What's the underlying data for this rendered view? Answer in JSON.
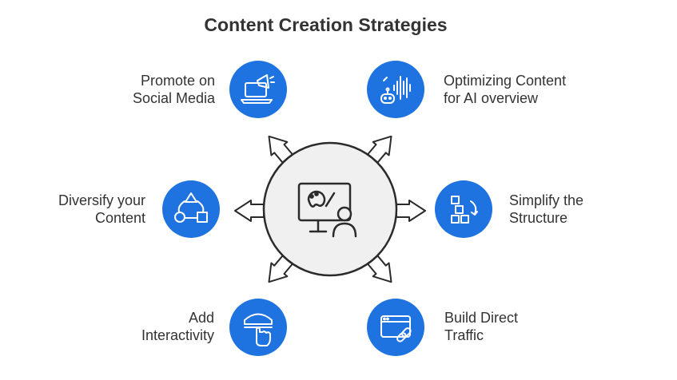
{
  "title": "Content Creation Strategies",
  "colors": {
    "node_blue": "#1f73e0",
    "hub_fill": "#f0f0f0",
    "outline": "#2b2b2b"
  },
  "strategies": [
    {
      "line1": "Promote on",
      "line2": "Social Media",
      "icon": "megaphone-laptop-icon"
    },
    {
      "line1": "Optimizing Content",
      "line2": "for AI overview",
      "icon": "ai-voice-robot-icon"
    },
    {
      "line1": "Diversify your",
      "line2": "Content",
      "icon": "shapes-cycle-icon"
    },
    {
      "line1": "Simplify the",
      "line2": "Structure",
      "icon": "structure-flow-icon"
    },
    {
      "line1": "Add",
      "line2": "Interactivity",
      "icon": "touch-hand-icon"
    },
    {
      "line1": "Build Direct",
      "line2": "Traffic",
      "icon": "browser-link-icon"
    }
  ],
  "hub_icon": "content-creator-icon"
}
